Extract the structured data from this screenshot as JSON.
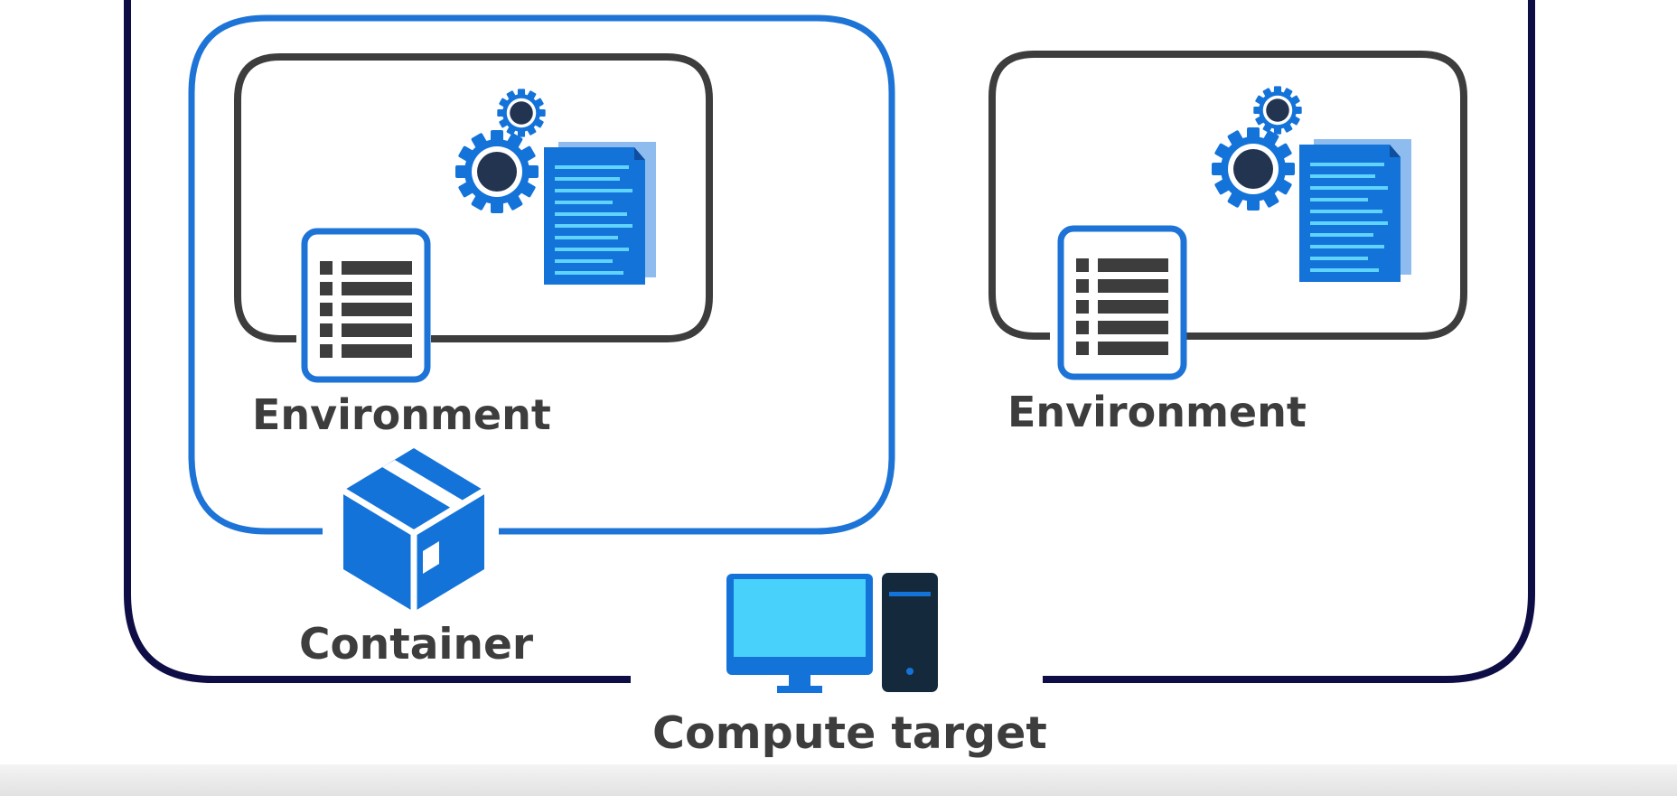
{
  "labels": {
    "environment_left": "Environment",
    "environment_right": "Environment",
    "container": "Container",
    "compute_target": "Compute target"
  },
  "colors": {
    "compute_border": "#0e0d45",
    "container_border": "#1d74d6",
    "environment_border": "#3d3d3d",
    "accent_blue": "#1473d9",
    "doc_line": "#5fd4ff",
    "gear_hub": "#233451",
    "monitor_screen": "#48d2fb",
    "tower": "#14293b",
    "label_text": "#3d3d3d"
  },
  "icons": [
    "gear-icon",
    "document-icon",
    "package-list-icon",
    "container-box-icon",
    "computer-monitor-icon",
    "computer-tower-icon"
  ]
}
